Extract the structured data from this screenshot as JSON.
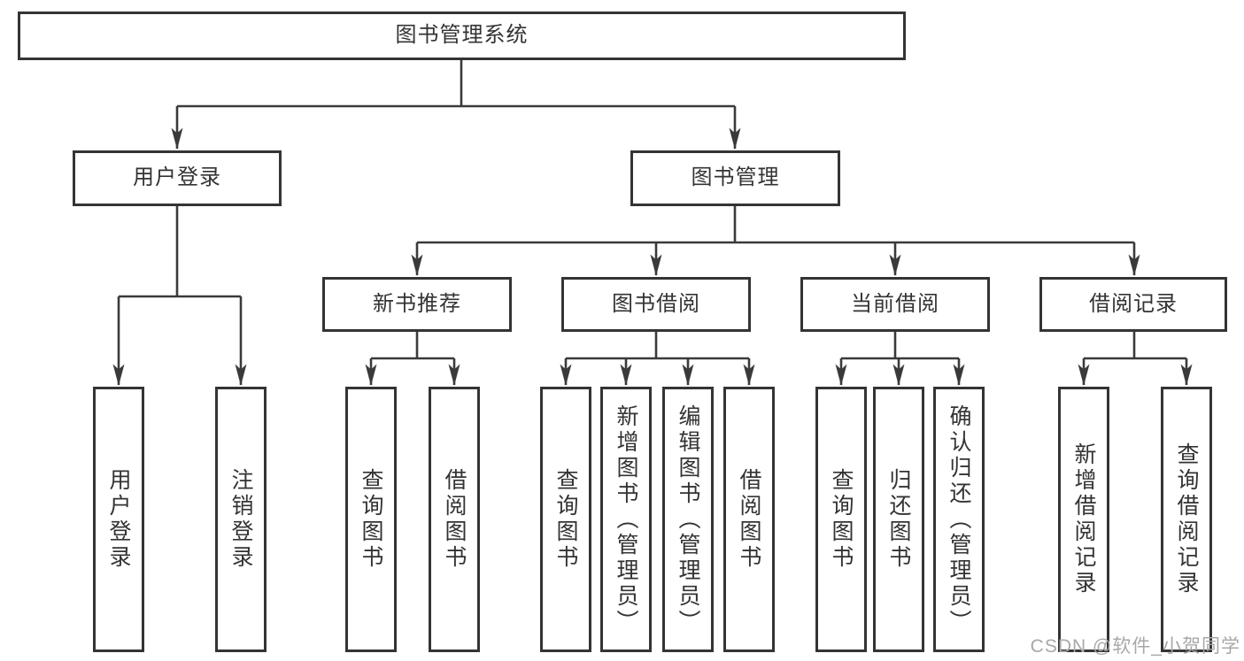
{
  "colors": {
    "line": "#3a3a3a",
    "box_border": "#343434",
    "text": "#333333",
    "watermark": "#a8a8a8",
    "background": "#ffffff"
  },
  "watermark": {
    "text": "CSDN @软件_小贺同学"
  },
  "tree": {
    "label": "图书管理系统",
    "children": [
      {
        "label": "用户登录",
        "children": [
          {
            "label": "用户登录"
          },
          {
            "label": "注销登录"
          }
        ]
      },
      {
        "label": "图书管理",
        "children": [
          {
            "label": "新书推荐",
            "children": [
              {
                "label": "查询图书"
              },
              {
                "label": "借阅图书"
              }
            ]
          },
          {
            "label": "图书借阅",
            "children": [
              {
                "label": "查询图书"
              },
              {
                "label": "新增图书（管理员）"
              },
              {
                "label": "编辑图书（管理员）"
              },
              {
                "label": "借阅图书"
              }
            ]
          },
          {
            "label": "当前借阅",
            "children": [
              {
                "label": "查询图书"
              },
              {
                "label": "归还图书"
              },
              {
                "label": "确认归还（管理员）"
              }
            ]
          },
          {
            "label": "借阅记录",
            "children": [
              {
                "label": "新增借阅记录"
              },
              {
                "label": "查询借阅记录"
              }
            ]
          }
        ]
      }
    ]
  }
}
